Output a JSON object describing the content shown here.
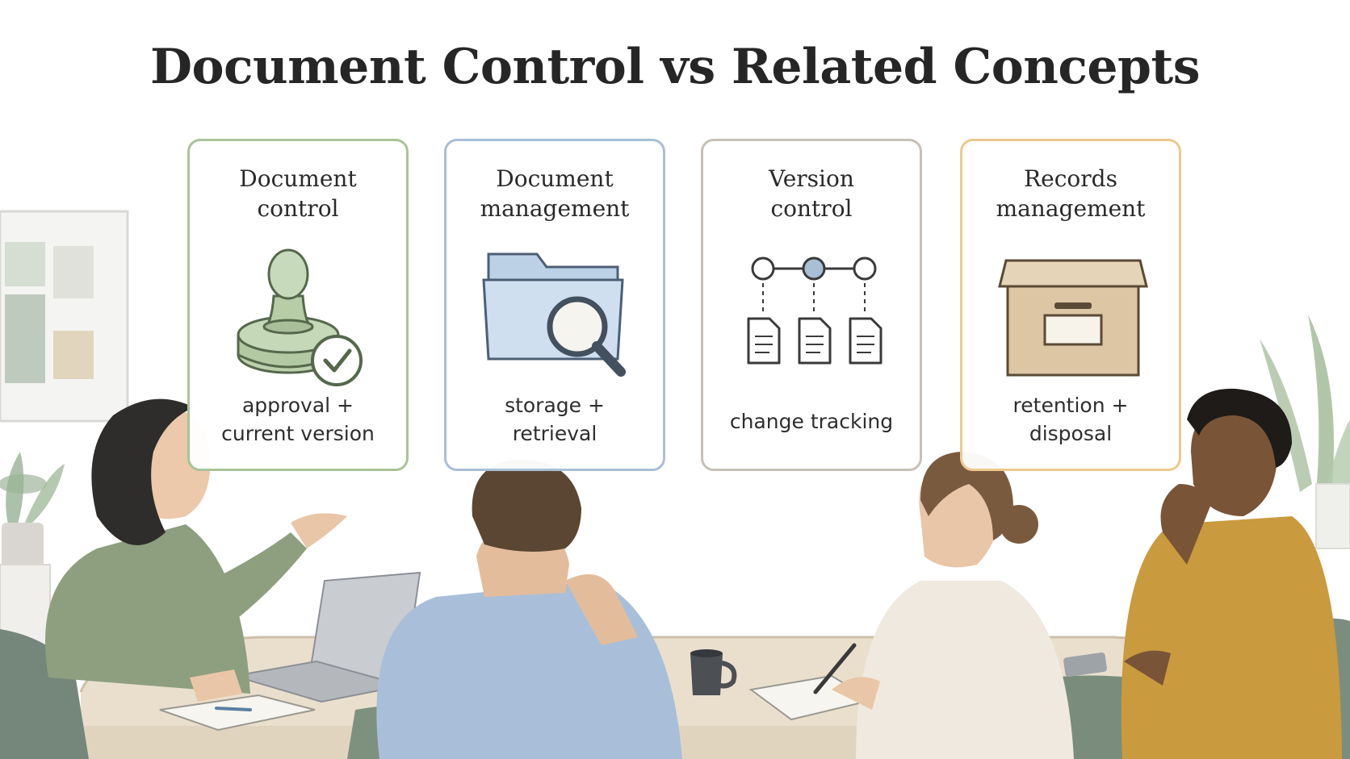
{
  "title": "Document Control vs Related Concepts",
  "cards": [
    {
      "heading": "Document\ncontrol",
      "note": "approval +\ncurrent version",
      "icon": "stamp-approval-icon",
      "color": "#a9c39a"
    },
    {
      "heading": "Document\nmanagement",
      "note": "storage +\nretrieval",
      "icon": "folder-search-icon",
      "color": "#a8bfd6"
    },
    {
      "heading": "Version\ncontrol",
      "note": "change tracking",
      "icon": "version-timeline-icon",
      "color": "#c6c0b6"
    },
    {
      "heading": "Records\nmanagement",
      "note": "retention +\ndisposal",
      "icon": "archive-box-icon",
      "color": "#ecc98d"
    }
  ]
}
